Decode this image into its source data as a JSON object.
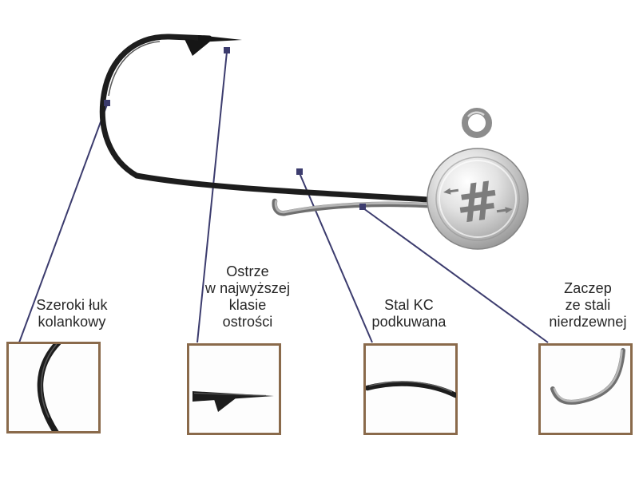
{
  "colors": {
    "callout_line": "#3c3c6e",
    "box_border": "#8a6a4b",
    "hook": "#1d1d1d",
    "metal": "#a8a8a8",
    "text": "#262626",
    "background": "#ffffff"
  },
  "product": {
    "type": "jig-head-hook",
    "head_logo": "#"
  },
  "callouts": [
    {
      "name": "bend",
      "lines": [
        "Szeroki łuk",
        "kolankowy"
      ]
    },
    {
      "name": "point",
      "lines": [
        "Ostrze",
        "w najwyższej",
        "klasie",
        "ostrości"
      ]
    },
    {
      "name": "steel",
      "lines": [
        "Stal KC",
        "podkuwana"
      ]
    },
    {
      "name": "keeper",
      "lines": [
        "Zaczep",
        "ze stali",
        "nierdzewnej"
      ]
    }
  ]
}
